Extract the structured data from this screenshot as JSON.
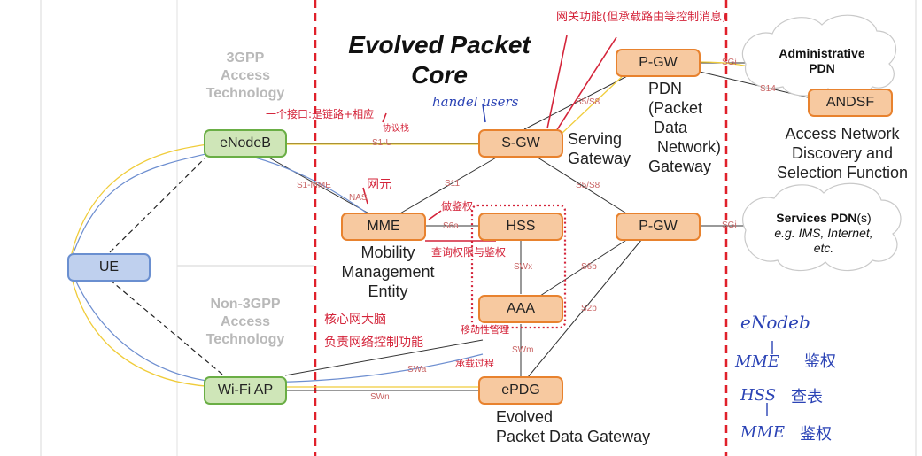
{
  "title": {
    "line1": "Evolved Packet",
    "line2": "Core"
  },
  "regions": {
    "three_gpp": [
      "3GPP",
      "Access",
      "Technology"
    ],
    "non_three_gpp": [
      "Non-3GPP",
      "Access",
      "Technology"
    ]
  },
  "nodes": {
    "ue": "UE",
    "enodeb": "eNodeB",
    "wifi_ap": "Wi-Fi AP",
    "sgw": "S-GW",
    "mme": "MME",
    "hss": "HSS",
    "aaa": "AAA",
    "epdg": "ePDG",
    "pgw_top": "P-GW",
    "pgw_mid": "P-GW",
    "andsf": "ANDSF"
  },
  "captions": {
    "serving_gateway": [
      "Serving",
      "Gateway"
    ],
    "pdn_gateway": [
      "PDN",
      "(Packet",
      "Data",
      "Network)",
      "Gateway"
    ],
    "mobility": [
      "Mobility",
      "Management",
      "Entity"
    ],
    "andsf": [
      "Access Network",
      "Discovery and",
      "Selection Function"
    ],
    "epdg": [
      "Evolved",
      "Packet Data Gateway"
    ]
  },
  "clouds": {
    "admin": [
      "Administrative",
      "PDN"
    ],
    "services_bold": "Services PDN",
    "services_suffix": "(s)",
    "services_line2": "e.g. IMS, Internet,",
    "services_line3": "etc."
  },
  "interfaces": {
    "s1u": "S1-U",
    "s1mme": "S1-MME",
    "nas": "NAS",
    "s11": "S11",
    "s5s8_top": "S5/S8",
    "s5s8_mid": "S5/S8",
    "sgi_top": "SGi",
    "sgi_mid": "SGi",
    "s14": "S14",
    "s6a": "S6a",
    "swx": "SWx",
    "s6b": "S6b",
    "s2b": "S2b",
    "swm": "SWm",
    "swa": "SWa",
    "swn": "SWn"
  },
  "annotations": {
    "top_chinese": "网关功能(但承载路由等控制消息)",
    "interface_note": "一个接口:是链路+相应",
    "protocol_note": "协议栈",
    "handle_users": "handel users",
    "network_element": "网元",
    "judge": "做鉴权",
    "query_auth": "查询权限与鉴权",
    "core_brain": "核心网大脑",
    "control": "负责网络控制功能",
    "mobility_mgmt": "移动性管理",
    "bearer": "承载过程",
    "right_enodeb": "eNodeb",
    "right_mme": "MME",
    "right_auth1": "鉴权",
    "right_hss": "HSS",
    "right_query": "查表",
    "right_mme2": "MME",
    "right_auth2": "鉴权"
  },
  "colors": {
    "core_node_fill": "#f7c9a0",
    "core_node_border": "#e8822e",
    "access_node_fill": "#cfe6b8",
    "access_node_border": "#6aae45",
    "ue_fill": "#bfd0ee",
    "ue_border": "#6a8fd0",
    "boundary": "#e0202a",
    "annotation_red": "#d4243a",
    "annotation_blue": "#2b43b5"
  }
}
